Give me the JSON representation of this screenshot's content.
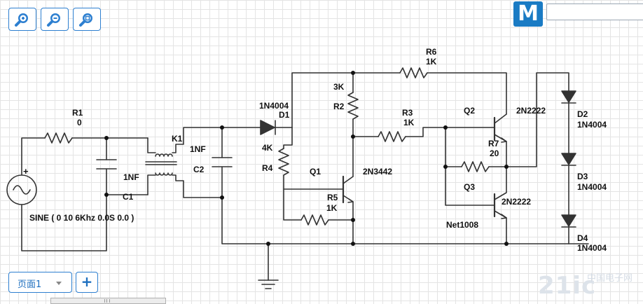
{
  "brand": {
    "letter": "M"
  },
  "page_tab": {
    "label": "页面1"
  },
  "add_page": {
    "label": "+"
  },
  "watermark": {
    "main": "21ic",
    "sub": "中国电子网"
  },
  "labels": {
    "r1_name": "R1",
    "r1_val": "0",
    "k1": "K1",
    "c1_val": "1NF",
    "c1_name": "C1",
    "c2_val": "1NF",
    "c2_name": "C2",
    "d1_model": "1N4004",
    "d1_name": "D1",
    "r4_val": "4K",
    "r4_name": "R4",
    "r2_val": "3K",
    "r2_name": "R2",
    "r6_name": "R6",
    "r6_val": "1K",
    "r3_name": "R3",
    "r3_val": "1K",
    "q1_name": "Q1",
    "q1_model": "2N3442",
    "r5_name": "R5",
    "r5_val": "1K",
    "q2_name": "Q2",
    "q2_model": "2N2222",
    "r7_name": "R7",
    "r7_val": "20",
    "q3_name": "Q3",
    "q3_model": "2N2222",
    "net": "Net1008",
    "d2_name": "D2",
    "d2_model": "1N4004",
    "d3_name": "D3",
    "d3_model": "1N4004",
    "d4_name": "D4",
    "d4_model": "1N4004",
    "source": "SINE ( 0 10 6Khz 0.0S 0.0 )",
    "plus": "+"
  }
}
